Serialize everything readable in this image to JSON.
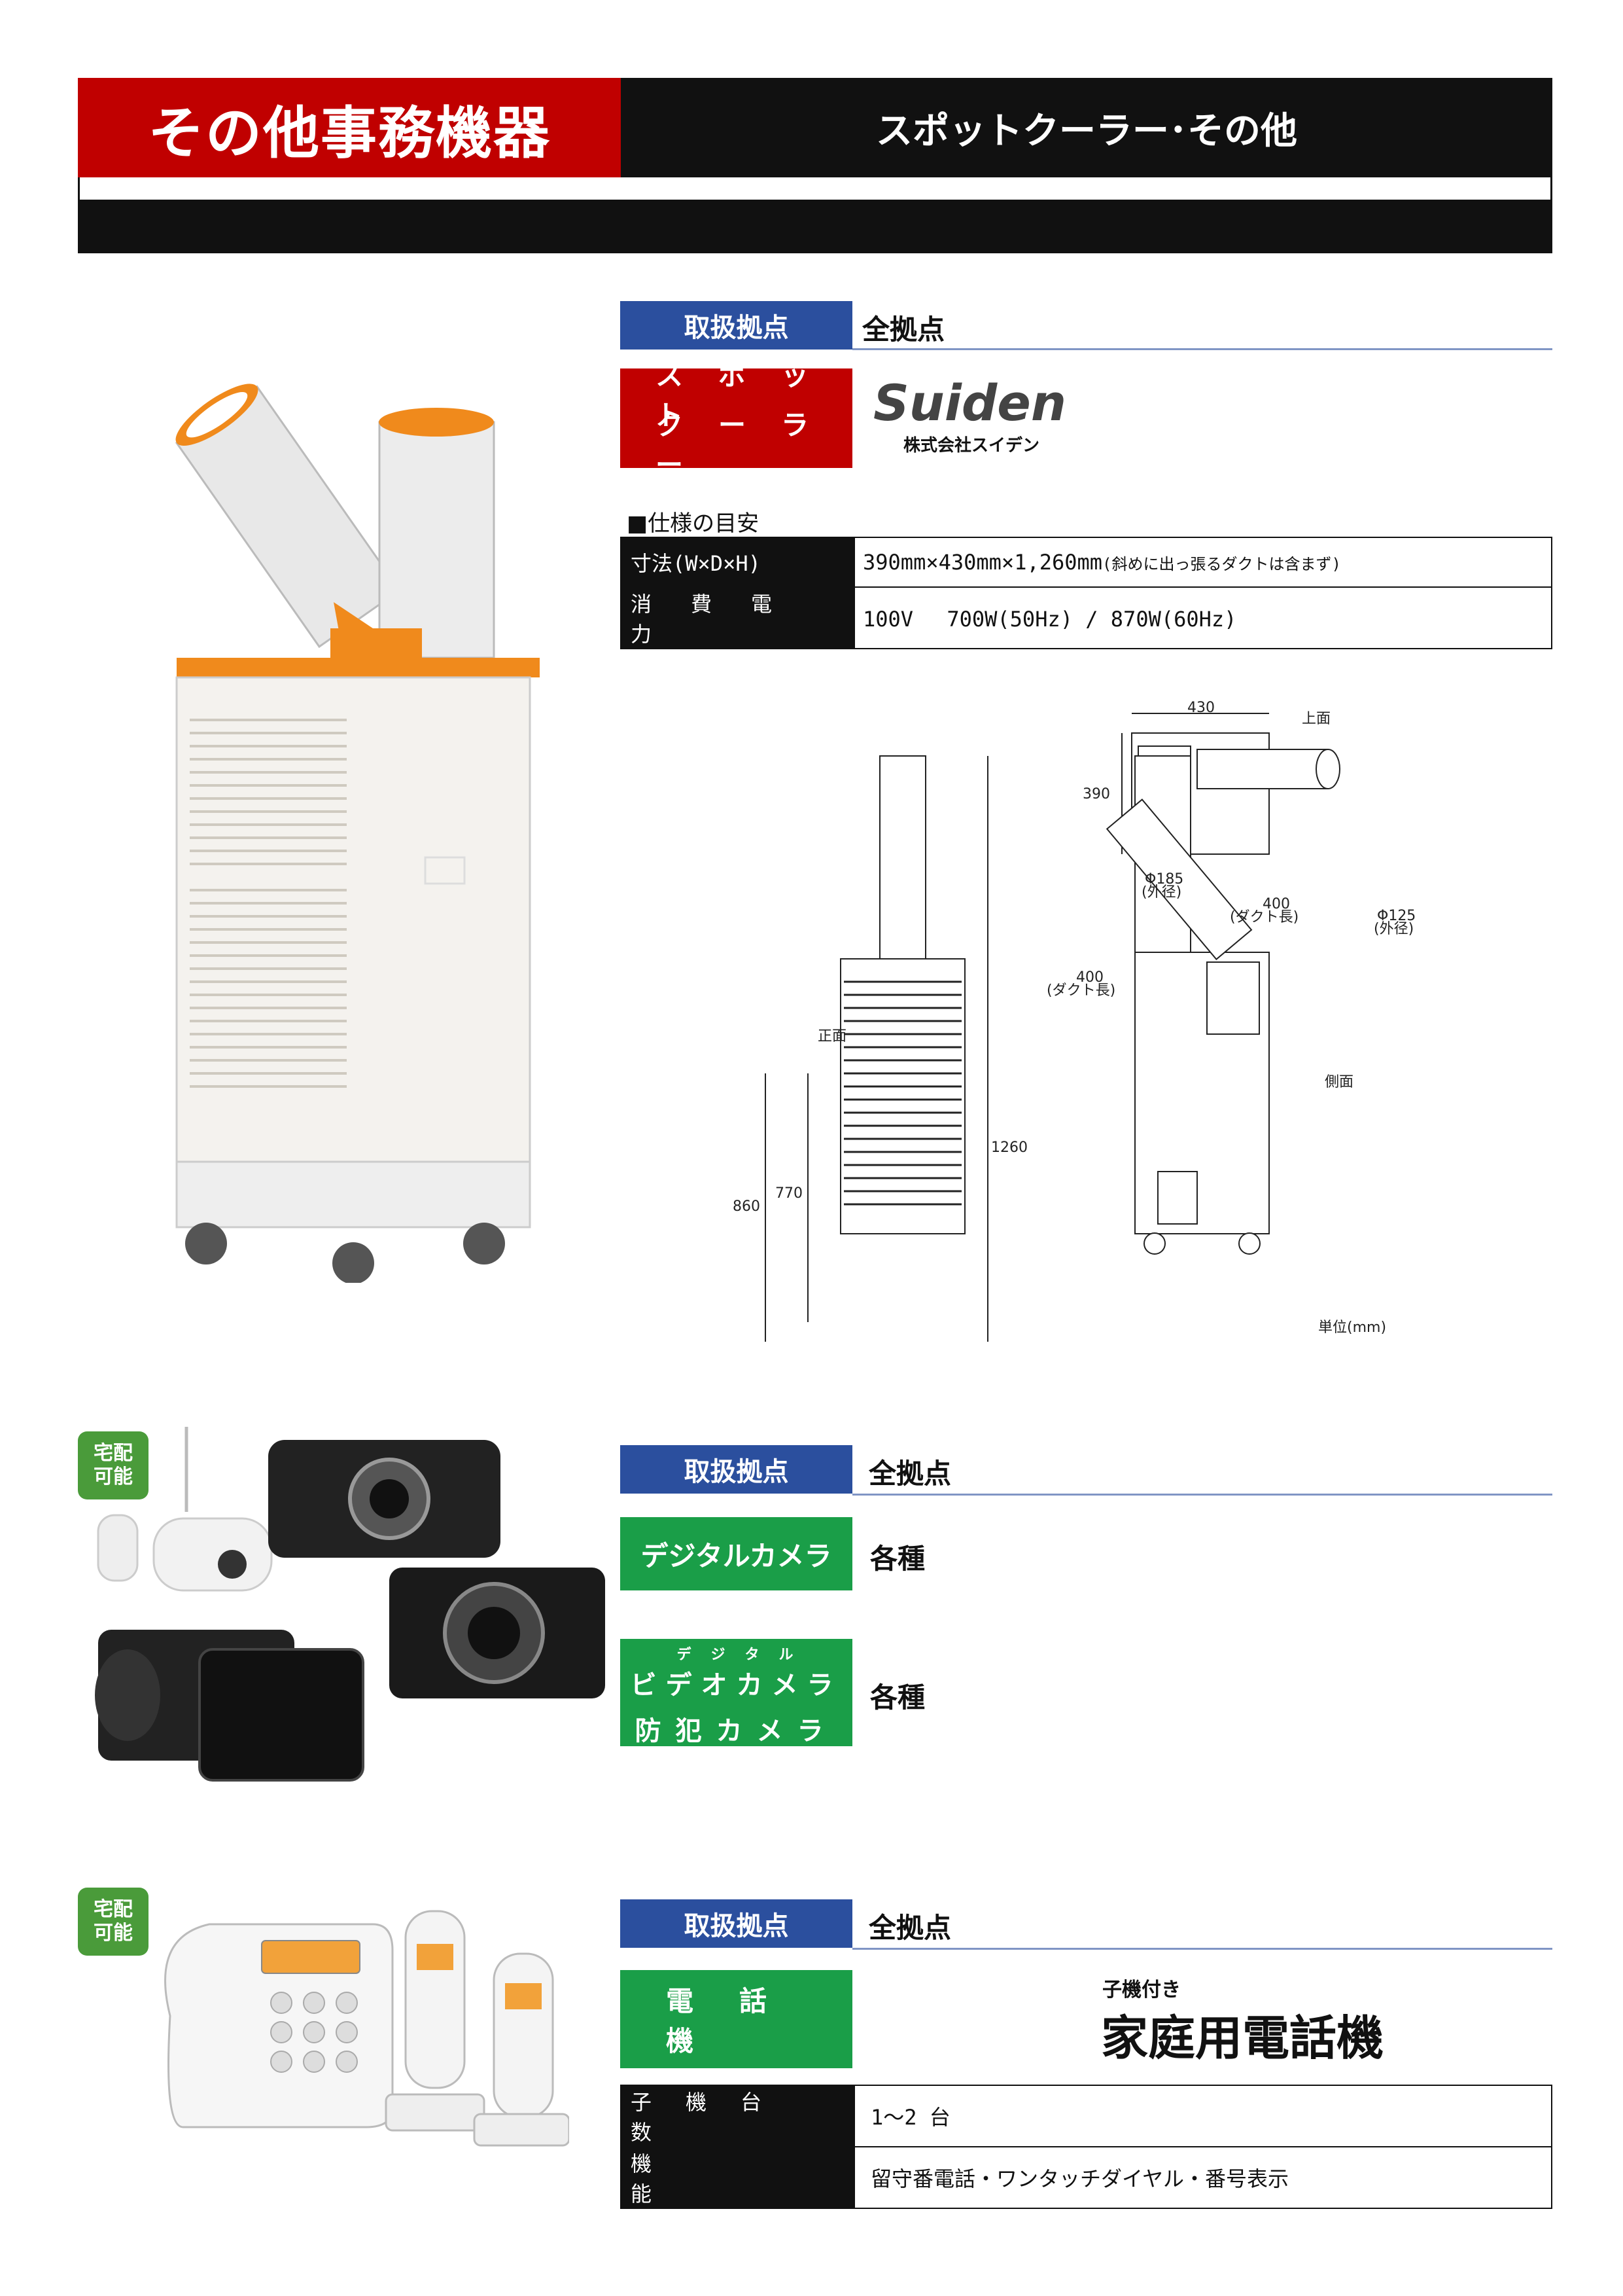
{
  "header": {
    "category": "その他事務機器",
    "subtitle": "スポットクーラー･その他"
  },
  "section1": {
    "handling_label": "取扱拠点",
    "handling_value": "全拠点",
    "product_label_line1": "スポット",
    "product_label_line2": "クーラー",
    "brand_logo": "Suiden",
    "brand_company": "株式会社スイデン",
    "spec_title": "■仕様の目安",
    "spec_rows": [
      {
        "label": "寸法(W×D×H)",
        "value": "390mm×430mm×1,260mm",
        "note": "(斜めに出っ張るダクトは含まず)"
      },
      {
        "label": "消費電力",
        "value": "100V　 700W(50Hz) / 870W(60Hz)"
      }
    ],
    "diagram": {
      "top_label": "上面",
      "top_width": "430",
      "top_depth": "390",
      "front_label": "正面",
      "side_label": "側面",
      "height_total": "1260",
      "height_body": "860",
      "height_grille": "770",
      "duct_diameter": "Φ185",
      "duct_diameter_note": "(外径)",
      "duct_len_vertical": "400",
      "duct_len_note": "(ダクト長)",
      "duct_len_angled": "400",
      "duct2_diameter": "Φ125",
      "unit_note": "単位(mm)"
    }
  },
  "section2": {
    "badge_line1": "宅配",
    "badge_line2": "可能",
    "handling_label": "取扱拠点",
    "handling_value": "全拠点",
    "camera_label": "デジタルカメラ",
    "camera_value": "各種",
    "video_ruby": "デ　ジ　タ　ル",
    "video_label": "ビデオカメラ",
    "security_label": "防犯カメラ",
    "video_value": "各種"
  },
  "section3": {
    "badge_line1": "宅配",
    "badge_line2": "可能",
    "handling_label": "取扱拠点",
    "handling_value": "全拠点",
    "phone_label": "電話機",
    "phone_sub": "子機付き",
    "phone_title": "家庭用電話機",
    "spec_rows": [
      {
        "label": "子機台数",
        "value": "1～2 台"
      },
      {
        "label": "機能",
        "value": "留守番電話・ワンタッチダイヤル・番号表示"
      }
    ]
  }
}
